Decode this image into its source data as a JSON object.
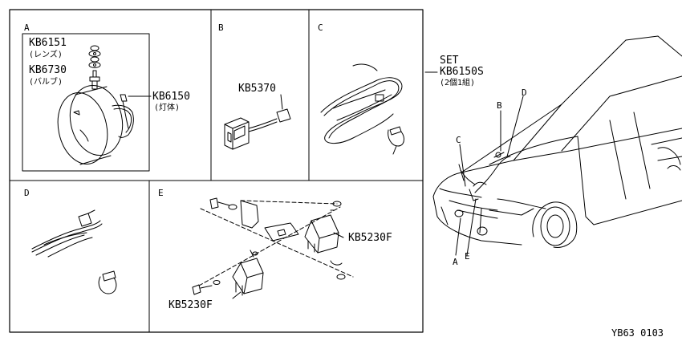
{
  "sections": {
    "a": {
      "letter": "A",
      "lens_part": "KB6151",
      "lens_name": "(レンズ)",
      "bulb_part": "KB6730",
      "bulb_name": "(バルブ)",
      "body_part": "KB6150",
      "body_name": "(灯体)"
    },
    "b": {
      "letter": "B",
      "part": "KB5370"
    },
    "c": {
      "letter": "C"
    },
    "d": {
      "letter": "D"
    },
    "e": {
      "letter": "E",
      "relay_part_1": "KB5230F",
      "relay_part_2": "KB5230F"
    }
  },
  "set": {
    "label": "SET",
    "part": "KB6150S",
    "qty": "(2個1組)"
  },
  "car_callouts": [
    "A",
    "B",
    "C",
    "D",
    "E"
  ],
  "footer_code": "YB63 0103"
}
